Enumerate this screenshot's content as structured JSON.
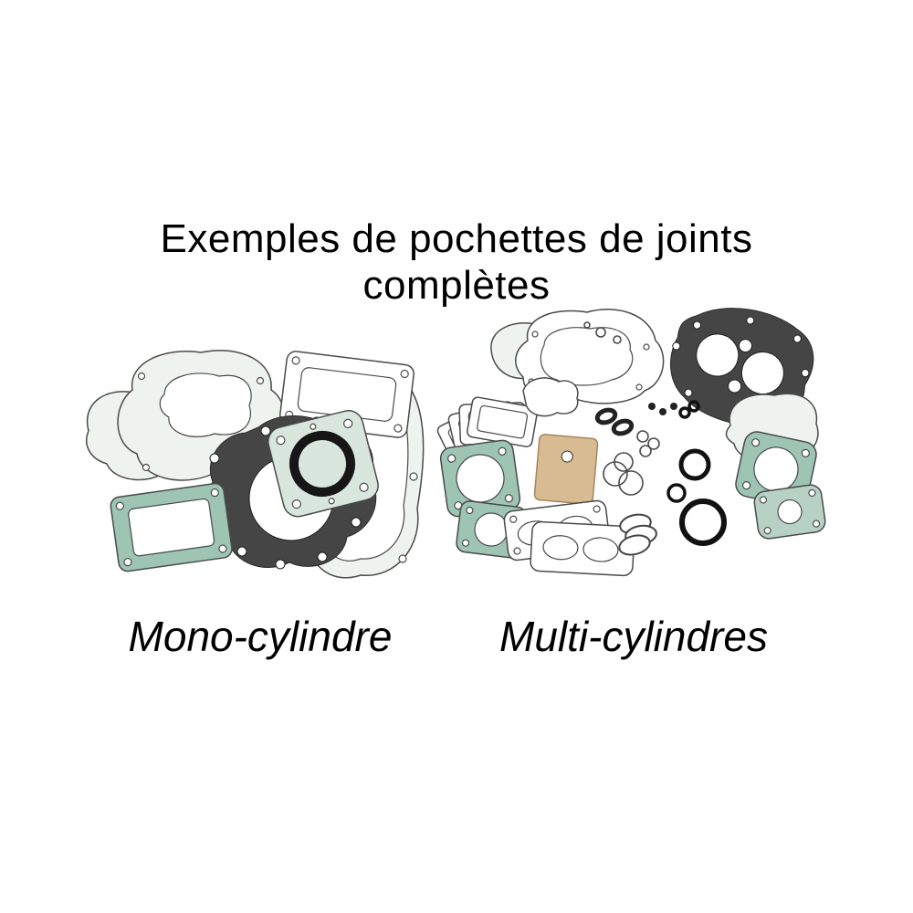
{
  "title": {
    "line1": "Exemples de pochettes de joints",
    "line2": "complètes"
  },
  "figures": {
    "mono": {
      "label": "Mono-cylindre"
    },
    "multi": {
      "label": "Multi-cylindres"
    }
  },
  "colors": {
    "gasket_teal": "#9ec4b4",
    "gasket_mint": "#d9e6de",
    "gasket_pale": "#eef3ef",
    "gasket_dark": "#454545",
    "gasket_tan": "#d9bb91",
    "gasket_green": "#b7d2c4",
    "outline": "#4a4a4a",
    "text": "#000000",
    "background": "#ffffff"
  }
}
